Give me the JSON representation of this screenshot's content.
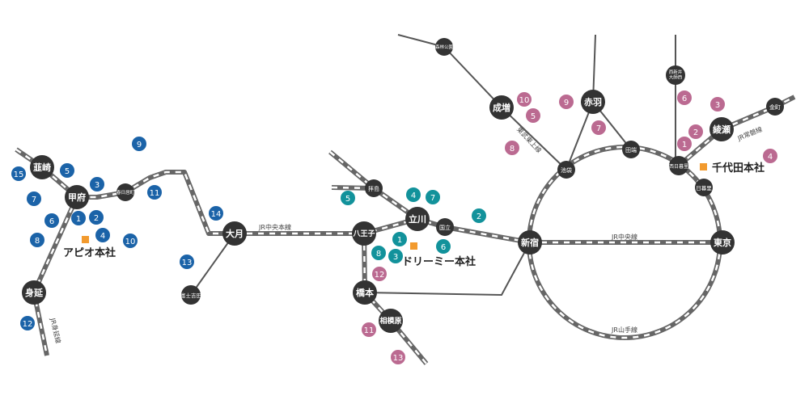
{
  "colors": {
    "station": "#333333",
    "track_dark": "#666666",
    "track_light": "#ffffff",
    "plain_line": "#555555",
    "office": "#f29a2e",
    "group_blue": "#1b63a8",
    "group_teal": "#12929b",
    "group_pink": "#bb6a91"
  },
  "stations": {
    "nirasaki": "韮崎",
    "kofu": "甲府",
    "kasugaicho": "春日居町",
    "minobu": "身延",
    "otsuki": "大月",
    "fujiyoshida": "富士吉田",
    "haijima": "拝島",
    "hachioji": "八王子",
    "tachikawa": "立川",
    "kunitachi": "国立",
    "hashimoto": "橋本",
    "sagamihara": "相模原",
    "shinjuku": "新宿",
    "tokyo": "東京",
    "shinrinkoen": "森林公園",
    "narimasu": "成増",
    "ikebukuro": "池袋",
    "akabane": "赤羽",
    "tabata": "田端",
    "nishiarai": "西新井\n大師西",
    "nishinippori": "西日暮里",
    "nippori": "日暮里",
    "ayase": "綾瀬",
    "kanamachi": "金町"
  },
  "lines": {
    "chuo_honsen": "JR中央本線",
    "chuo": "JR中央線",
    "yamanote": "JR山手線",
    "joban": "JR常磐線",
    "tobu_tojo": "東武東上線",
    "minobu_line": "JR身延線"
  },
  "offices": {
    "apio": "アピオ本社",
    "dreamy": "ドリーミー本社",
    "chiyoda": "千代田本社"
  },
  "numbers": {
    "blue": [
      "9",
      "5",
      "15",
      "3",
      "7",
      "11",
      "6",
      "1",
      "2",
      "14",
      "8",
      "4",
      "10",
      "13",
      "12"
    ],
    "teal": [
      "5",
      "4",
      "7",
      "2",
      "1",
      "6",
      "8",
      "3"
    ],
    "pink": [
      "10",
      "9",
      "5",
      "7",
      "8",
      "6",
      "3",
      "2",
      "1",
      "4",
      "12",
      "11",
      "13"
    ]
  }
}
